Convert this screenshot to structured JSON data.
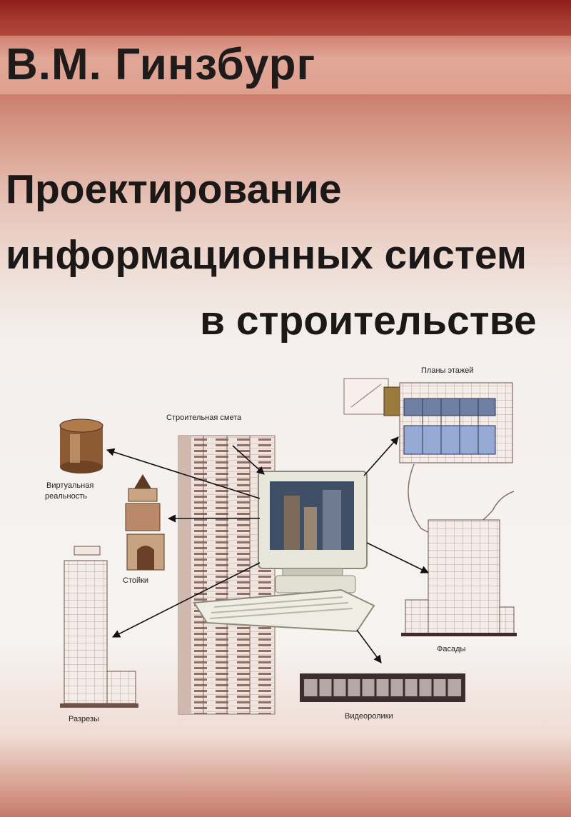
{
  "cover": {
    "author": "В.М. Гинзбург",
    "title_lines": [
      "Проектирование",
      "информационных систем",
      "в строительстве"
    ]
  },
  "illustration": {
    "labels": {
      "floor_plans": "Планы этажей",
      "construction_estimate": "Строительная смета",
      "virtual_reality_line1": "Виртуальная",
      "virtual_reality_line2": "реальность",
      "columns": "Стойки",
      "facades": "Фасады",
      "sections": "Разрезы",
      "video": "Видеоролики"
    }
  },
  "colors": {
    "top_red": "#8e1d1b",
    "title_text": "#1b1817"
  }
}
